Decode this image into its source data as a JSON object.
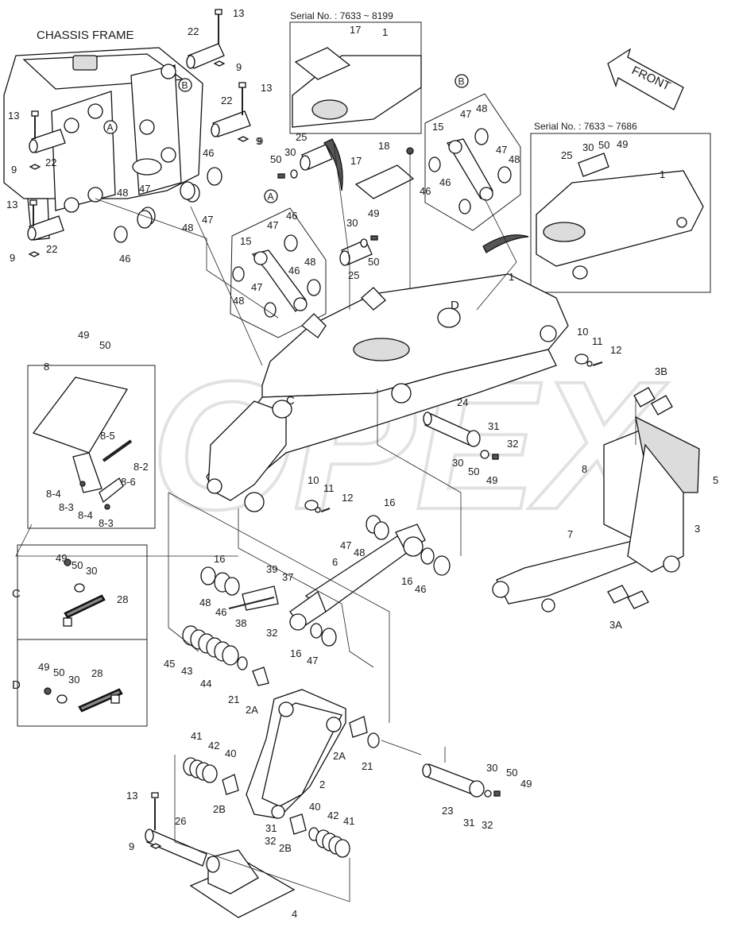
{
  "title": "CHASSIS FRAME",
  "insets": {
    "serial_top": "Serial No. : 7633 ~ 8199",
    "serial_right": "Serial No. : 7633 ~ 7686",
    "front": "FRONT"
  },
  "detail_labels": {
    "A": "A",
    "B": "B",
    "C": "C",
    "D": "D"
  },
  "watermark": "OPEX",
  "callouts": [
    {
      "id": "c1",
      "text": "13"
    },
    {
      "id": "c2",
      "text": "22"
    },
    {
      "id": "c3",
      "text": "9"
    },
    {
      "id": "c4",
      "text": "13"
    },
    {
      "id": "c5",
      "text": "22"
    },
    {
      "id": "c6",
      "text": "9"
    },
    {
      "id": "c7",
      "text": "13"
    },
    {
      "id": "c8",
      "text": "9"
    },
    {
      "id": "c9",
      "text": "22"
    },
    {
      "id": "c10",
      "text": "13"
    },
    {
      "id": "c11",
      "text": "9"
    },
    {
      "id": "c12",
      "text": "22"
    },
    {
      "id": "c13",
      "text": "17"
    },
    {
      "id": "c14",
      "text": "1"
    },
    {
      "id": "c15",
      "text": "25"
    },
    {
      "id": "c16",
      "text": "50"
    },
    {
      "id": "c17",
      "text": "30"
    },
    {
      "id": "c18",
      "text": "9"
    },
    {
      "id": "c19",
      "text": "46"
    },
    {
      "id": "c20",
      "text": "48"
    },
    {
      "id": "c21",
      "text": "47"
    },
    {
      "id": "c22",
      "text": "47"
    },
    {
      "id": "c23",
      "text": "48"
    },
    {
      "id": "c24",
      "text": "46"
    },
    {
      "id": "c25",
      "text": "18"
    },
    {
      "id": "c26",
      "text": "17"
    },
    {
      "id": "c27",
      "text": "15"
    },
    {
      "id": "c28",
      "text": "47"
    },
    {
      "id": "c29",
      "text": "48"
    },
    {
      "id": "c30",
      "text": "47"
    },
    {
      "id": "c31",
      "text": "48"
    },
    {
      "id": "c32",
      "text": "46"
    },
    {
      "id": "c33",
      "text": "46"
    },
    {
      "id": "c34",
      "text": "30"
    },
    {
      "id": "c35",
      "text": "49"
    },
    {
      "id": "c36",
      "text": "50"
    },
    {
      "id": "c37",
      "text": "25"
    },
    {
      "id": "c38",
      "text": "47"
    },
    {
      "id": "c39",
      "text": "46"
    },
    {
      "id": "c40",
      "text": "15"
    },
    {
      "id": "c41",
      "text": "48"
    },
    {
      "id": "c42",
      "text": "46"
    },
    {
      "id": "c43",
      "text": "47"
    },
    {
      "id": "c44",
      "text": "48"
    },
    {
      "id": "c45",
      "text": "25"
    },
    {
      "id": "c46",
      "text": "30"
    },
    {
      "id": "c47",
      "text": "50"
    },
    {
      "id": "c48",
      "text": "49"
    },
    {
      "id": "c49",
      "text": "1"
    },
    {
      "id": "c50",
      "text": "1"
    },
    {
      "id": "c51",
      "text": "49"
    },
    {
      "id": "c52",
      "text": "50"
    },
    {
      "id": "c53",
      "text": "8"
    },
    {
      "id": "c54",
      "text": "10"
    },
    {
      "id": "c55",
      "text": "11"
    },
    {
      "id": "c56",
      "text": "12"
    },
    {
      "id": "c57",
      "text": "3B"
    },
    {
      "id": "c58",
      "text": "24"
    },
    {
      "id": "c59",
      "text": "31"
    },
    {
      "id": "c60",
      "text": "32"
    },
    {
      "id": "c61",
      "text": "30"
    },
    {
      "id": "c62",
      "text": "50"
    },
    {
      "id": "c63",
      "text": "49"
    },
    {
      "id": "c64",
      "text": "8-5"
    },
    {
      "id": "c65",
      "text": "8-2"
    },
    {
      "id": "c66",
      "text": "8-6"
    },
    {
      "id": "c67",
      "text": "8-4"
    },
    {
      "id": "c68",
      "text": "8-3"
    },
    {
      "id": "c69",
      "text": "8-4"
    },
    {
      "id": "c70",
      "text": "8-3"
    },
    {
      "id": "c71",
      "text": "10"
    },
    {
      "id": "c72",
      "text": "11"
    },
    {
      "id": "c73",
      "text": "12"
    },
    {
      "id": "c74",
      "text": "8"
    },
    {
      "id": "c75",
      "text": "5"
    },
    {
      "id": "c76",
      "text": "3"
    },
    {
      "id": "c77",
      "text": "16"
    },
    {
      "id": "c78",
      "text": "47"
    },
    {
      "id": "c79",
      "text": "48"
    },
    {
      "id": "c80",
      "text": "7"
    },
    {
      "id": "c81",
      "text": "6"
    },
    {
      "id": "c82",
      "text": "16"
    },
    {
      "id": "c83",
      "text": "46"
    },
    {
      "id": "c84",
      "text": "3A"
    },
    {
      "id": "c85",
      "text": "16"
    },
    {
      "id": "c86",
      "text": "39"
    },
    {
      "id": "c87",
      "text": "37"
    },
    {
      "id": "c88",
      "text": "48"
    },
    {
      "id": "c89",
      "text": "46"
    },
    {
      "id": "c90",
      "text": "38"
    },
    {
      "id": "c91",
      "text": "32"
    },
    {
      "id": "c92",
      "text": "16"
    },
    {
      "id": "c93",
      "text": "47"
    },
    {
      "id": "c94",
      "text": "45"
    },
    {
      "id": "c95",
      "text": "43"
    },
    {
      "id": "c96",
      "text": "44"
    },
    {
      "id": "c97",
      "text": "21"
    },
    {
      "id": "c98",
      "text": "2A"
    },
    {
      "id": "c99",
      "text": "2A"
    },
    {
      "id": "c100",
      "text": "21"
    },
    {
      "id": "c101",
      "text": "2"
    },
    {
      "id": "c102",
      "text": "41"
    },
    {
      "id": "c103",
      "text": "42"
    },
    {
      "id": "c104",
      "text": "40"
    },
    {
      "id": "c105",
      "text": "2B"
    },
    {
      "id": "c106",
      "text": "13"
    },
    {
      "id": "c107",
      "text": "26"
    },
    {
      "id": "c108",
      "text": "9"
    },
    {
      "id": "c109",
      "text": "31"
    },
    {
      "id": "c110",
      "text": "32"
    },
    {
      "id": "c111",
      "text": "40"
    },
    {
      "id": "c112",
      "text": "42"
    },
    {
      "id": "c113",
      "text": "41"
    },
    {
      "id": "c114",
      "text": "2B"
    },
    {
      "id": "c115",
      "text": "4"
    },
    {
      "id": "c116",
      "text": "30"
    },
    {
      "id": "c117",
      "text": "50"
    },
    {
      "id": "c118",
      "text": "49"
    },
    {
      "id": "c119",
      "text": "23"
    },
    {
      "id": "c120",
      "text": "31"
    },
    {
      "id": "c121",
      "text": "32"
    },
    {
      "id": "c122",
      "text": "49"
    },
    {
      "id": "c123",
      "text": "50"
    },
    {
      "id": "c124",
      "text": "30"
    },
    {
      "id": "c125",
      "text": "28"
    },
    {
      "id": "c126",
      "text": "49"
    },
    {
      "id": "c127",
      "text": "50"
    },
    {
      "id": "c128",
      "text": "30"
    },
    {
      "id": "c129",
      "text": "28"
    },
    {
      "id": "c130",
      "text": "C"
    },
    {
      "id": "c131",
      "text": "D"
    }
  ]
}
